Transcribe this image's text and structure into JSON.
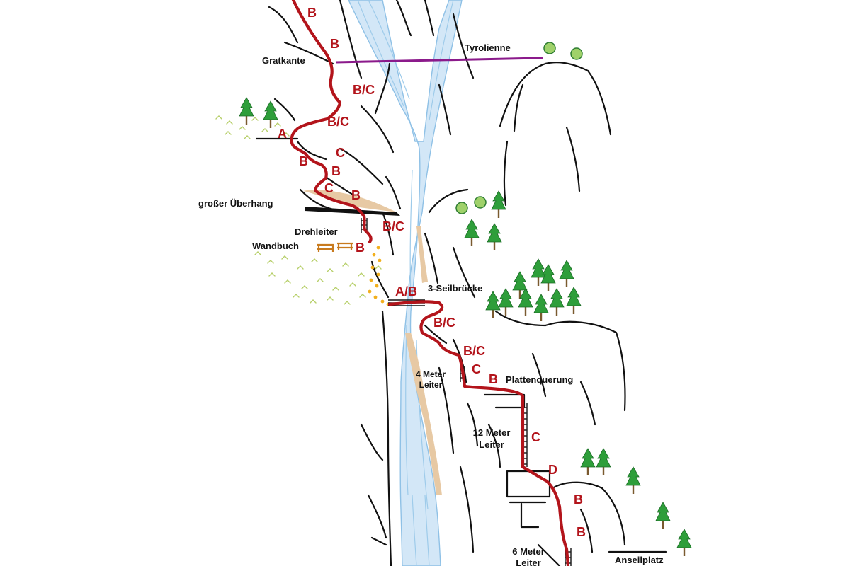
{
  "colors": {
    "route": "#b3141b",
    "zipline": "#8b1a8b",
    "river": "#d3e7f7",
    "rock_highlight": "#e7c9a4",
    "tree": "#2e9e3a",
    "grass": "#b7cf6a",
    "dots": "#f2b01e"
  },
  "labels": {
    "gratkante": "Gratkante",
    "tyrolienne": "Tyrolienne",
    "ueberhang": "großer Überhang",
    "drehleiter": "Drehleiter",
    "wandbuch": "Wandbuch",
    "seilbruecke": "3-Seilbrücke",
    "leiter4_line1": "4 Meter",
    "leiter4_line2": "Leiter",
    "plattenquerung": "Plattenquerung",
    "leiter12_line1": "12 Meter",
    "leiter12_line2": "Leiter",
    "leiter6_line1": "6 Meter",
    "leiter6_line2": "Leiter",
    "anseilplatz": "Anseilplatz"
  },
  "grades": [
    "B",
    "B",
    "B/C",
    "B/C",
    "A",
    "C",
    "B",
    "B",
    "C",
    "B",
    "B/C",
    "B",
    "A/B",
    "B/C",
    "B/C",
    "C",
    "B",
    "C",
    "D",
    "B",
    "B"
  ],
  "icons": [
    "tree-icon",
    "bench-icon",
    "ladder-icon",
    "gondola-icon",
    "grass-icon"
  ]
}
